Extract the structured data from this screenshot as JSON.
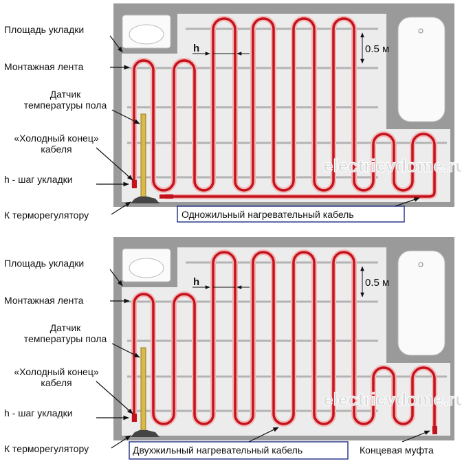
{
  "panels": [
    {
      "labels": {
        "area": "Площадь укладки",
        "tape": "Монтажная лента",
        "sensor_line1": "Датчик",
        "sensor_line2": "температуры пола",
        "cold_end_line1": "«Холодный конец»",
        "cold_end_line2": "кабеля",
        "pitch": "h - шаг укладки",
        "thermostat": "К терморегулятору",
        "cable": "Одножильный нагревательный кабель"
      },
      "pitch_symbol": "h",
      "tape_spacing": "0.5 м",
      "watermark": "electricvdome.ru"
    },
    {
      "labels": {
        "area": "Площадь укладки",
        "tape": "Монтажная лента",
        "sensor_line1": "Датчик",
        "sensor_line2": "температуры пола",
        "cold_end_line1": "«Холодный конец»",
        "cold_end_line2": "кабеля",
        "pitch": "h - шаг укладки",
        "thermostat": "К терморегулятору",
        "cable": "Двухжильный нагревательный кабель",
        "end_sleeve": "Концевая муфта"
      },
      "pitch_symbol": "h",
      "tape_spacing": "0.5 м",
      "watermark": "electricvdome.ru"
    }
  ],
  "colors": {
    "cable": "#c4121c",
    "cable_glow": "#f2b6b6",
    "room": "#9a9a9a",
    "floor": "#ececec",
    "label_box_border": "#2a3a8a"
  }
}
